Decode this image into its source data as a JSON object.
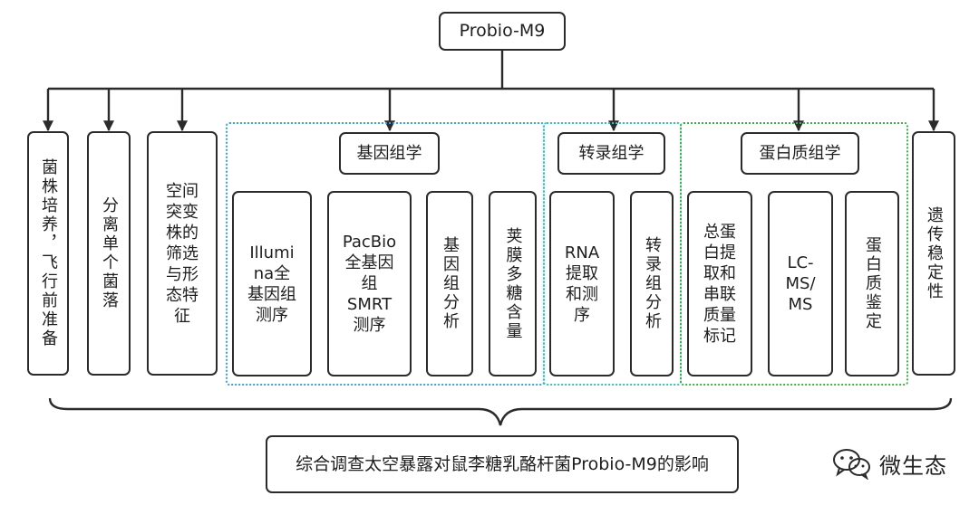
{
  "root": {
    "label": "Probio-M9"
  },
  "steps": [
    {
      "id": "s1",
      "label": "菌株培养，飞行前准备"
    },
    {
      "id": "s2",
      "label": "分离单个菌落"
    },
    {
      "id": "s3",
      "label": "空间\n突变\n株的\n筛选\n与形\n态特\n征"
    },
    {
      "id": "s4",
      "label": "遗传稳定性"
    }
  ],
  "groups": [
    {
      "id": "genomics",
      "title": "基因组学",
      "color": "#3aa0e8",
      "items": [
        {
          "id": "g1",
          "label": "Illumi\nna全\n基因组\n测序"
        },
        {
          "id": "g2",
          "label": "PacBio\n全基因\n组\nSMRT\n测序"
        },
        {
          "id": "g3",
          "label": "基因组分析"
        },
        {
          "id": "g4",
          "label": "荚膜多糖含量"
        }
      ]
    },
    {
      "id": "transcriptomics",
      "title": "转录组学",
      "color": "#2bc4bf",
      "items": [
        {
          "id": "t1",
          "label": "RNA\n提取\n和测\n序"
        },
        {
          "id": "t2",
          "label": "转录组分析"
        }
      ]
    },
    {
      "id": "proteomics",
      "title": "蛋白质组学",
      "color": "#3fae4c",
      "items": [
        {
          "id": "p1",
          "label": "总蛋\n白提\n取和\n串联\n质量\n标记"
        },
        {
          "id": "p2",
          "label": "LC-\nMS/\nMS"
        },
        {
          "id": "p3",
          "label": "蛋白质鉴定"
        }
      ]
    }
  ],
  "conclusion": {
    "label": "综合调查太空暴露对鼠李糖乳酪杆菌Probio-M9的影响"
  },
  "watermark": {
    "icon": "wechat-icon",
    "text": "微生态"
  }
}
